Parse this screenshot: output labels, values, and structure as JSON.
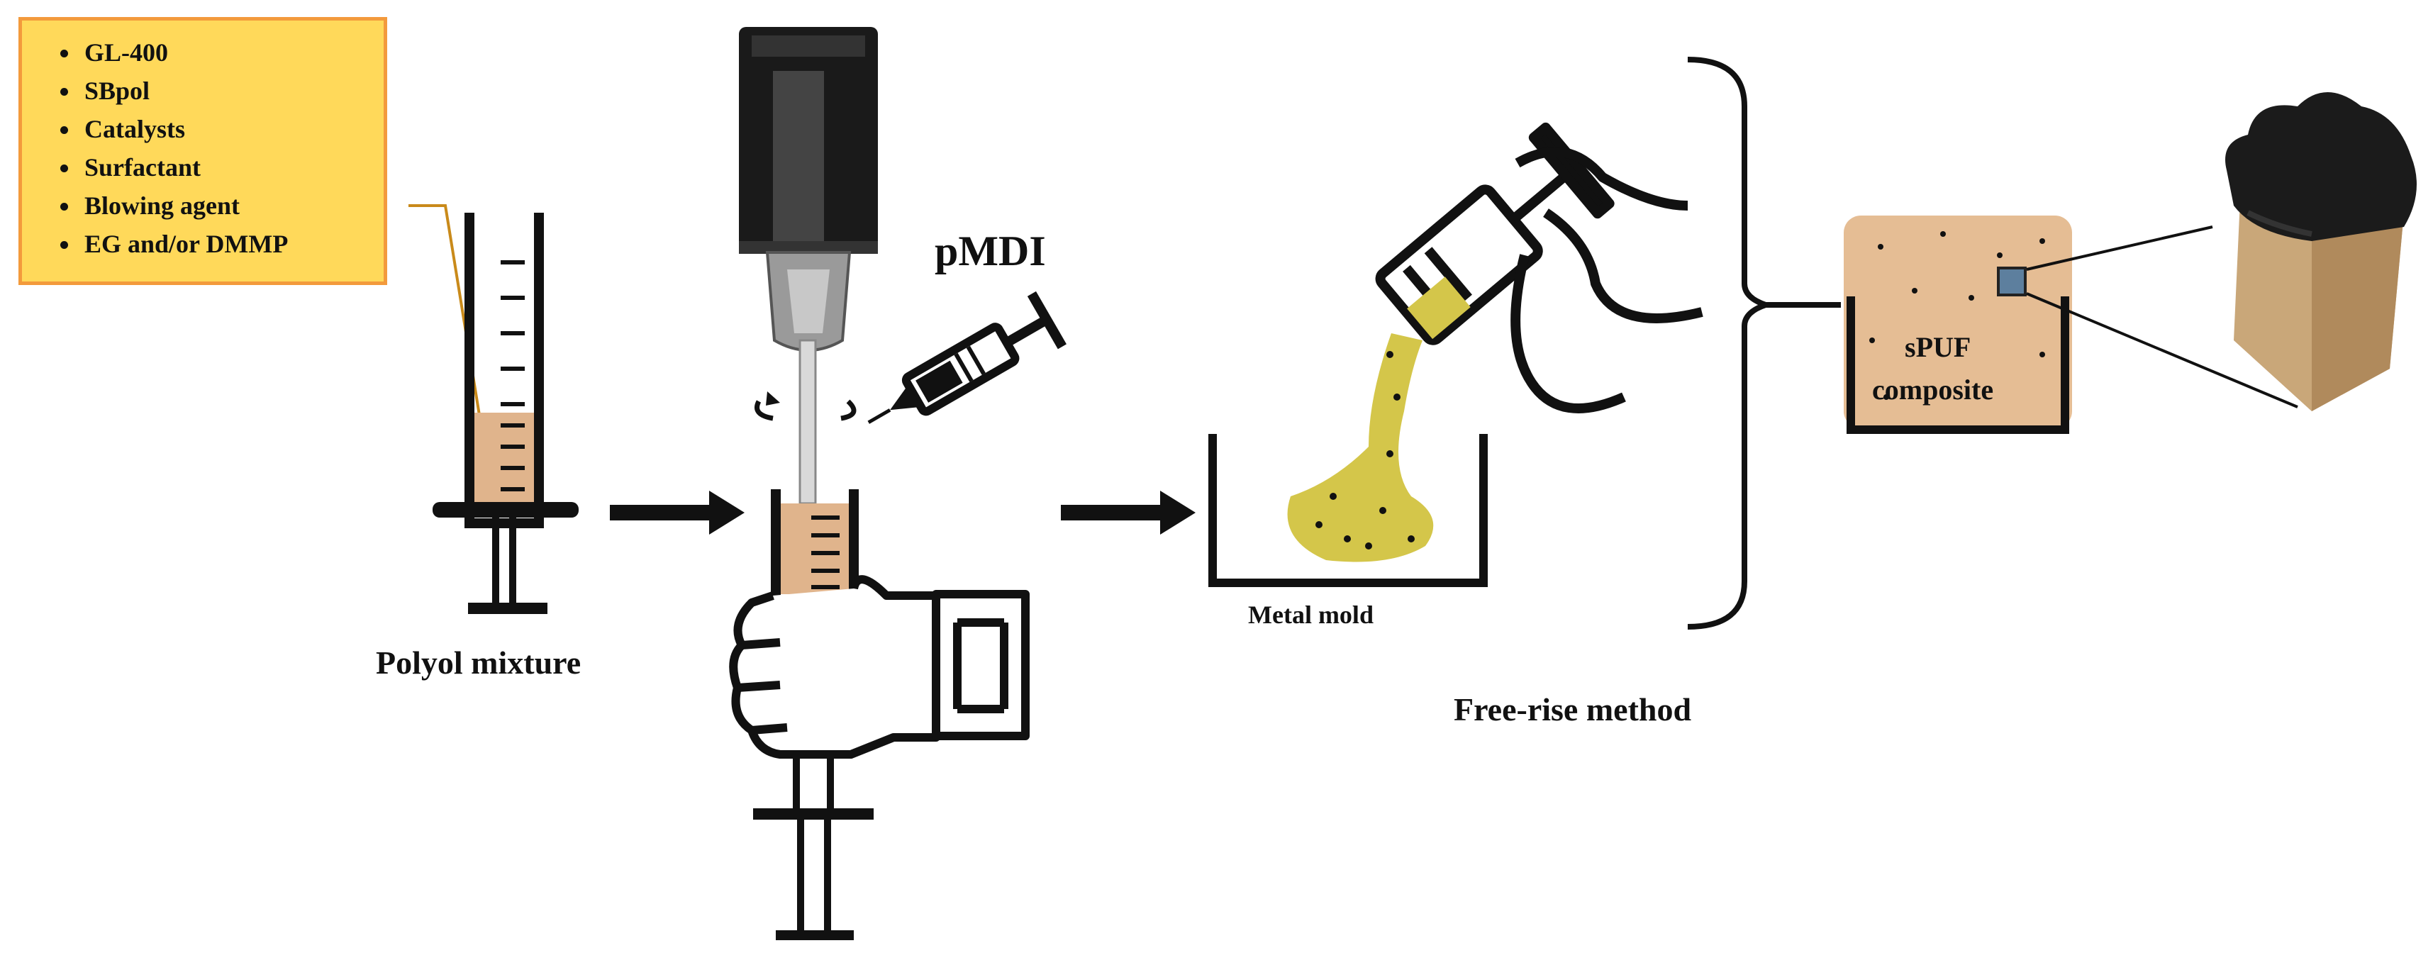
{
  "ingredients": [
    "GL-400",
    "SBpol",
    "Catalysts",
    "Surfactant",
    "Blowing agent",
    "EG and/or DMMP"
  ],
  "labels": {
    "polyol_mixture": "Polyol mixture",
    "pmdi": "pMDI",
    "metal_mold": "Metal mold",
    "free_rise_method": "Free-rise method",
    "spuf": "sPUF",
    "composite": "composite"
  },
  "colors": {
    "ingredient_box_fill": "#ffd95a",
    "ingredient_box_border": "#f39a3c",
    "polyol_liquid": "#e0b48c",
    "foam_liquid": "#d4c64a",
    "composite_fill": "#e5bd94",
    "line": "#111111"
  },
  "icons": [
    "beaker-icon",
    "mixer-icon",
    "syringe-icon",
    "hand-icon",
    "arrow-icon",
    "mold-icon",
    "brace-icon",
    "foam-sample-photo"
  ]
}
